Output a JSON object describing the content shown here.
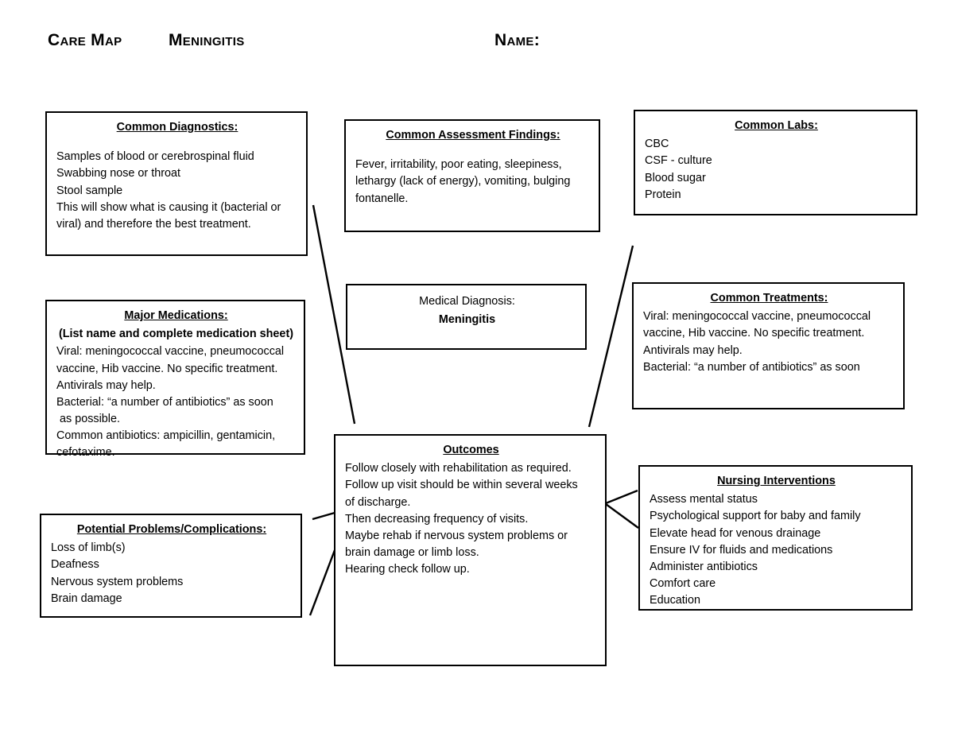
{
  "header": {
    "care_map_label": "Care Map",
    "topic": "Meningitis",
    "name_label": "Name:"
  },
  "boxes": {
    "diagnostics": {
      "title": "Common Diagnostics:",
      "lines": [
        "Samples of blood or cerebrospinal fluid",
        "Swabbing nose or throat",
        "Stool sample",
        "This will show what is causing it (bacterial or",
        "viral) and therefore the best treatment."
      ]
    },
    "assessment": {
      "title": "Common Assessment Findings:",
      "lines": [
        "Fever, irritability, poor eating, sleepiness,",
        "lethargy (lack of energy), vomiting, bulging",
        "fontanelle."
      ]
    },
    "labs": {
      "title": "Common Labs:",
      "lines": [
        "CBC",
        "CSF - culture",
        "Blood sugar",
        "Protein"
      ]
    },
    "medications": {
      "title": "Major Medications: ",
      "subtitle": "(List name and complete medication sheet)",
      "lines": [
        "Viral: meningococcal vaccine, pneumococcal",
        "vaccine, Hib vaccine. No specific treatment.",
        "Antivirals may help.",
        "Bacterial: “a number of antibiotics” as soon",
        " as possible.",
        "Common antibiotics: ampicillin, gentamicin,",
        "cefotaxime."
      ]
    },
    "diagnosis": {
      "title": "Medical Diagnosis:",
      "value": "Meningitis"
    },
    "treatments": {
      "title": "Common Treatments:",
      "lines": [
        "Viral: meningococcal vaccine, pneumococcal",
        "vaccine, Hib vaccine. No specific treatment.",
        "Antivirals may help.",
        "Bacterial: “a number of antibiotics” as soon"
      ]
    },
    "outcomes": {
      "title": "Outcomes ",
      "lines": [
        "Follow closely with rehabilitation as required.",
        "Follow up visit should be within several weeks",
        "of discharge.",
        "Then decreasing frequency of visits.",
        "Maybe rehab if nervous system problems or",
        "brain damage or limb loss.",
        "Hearing check follow up."
      ]
    },
    "problems": {
      "title": "Potential Problems/Complications:",
      "lines": [
        "Loss of limb(s)",
        "Deafness",
        "Nervous system problems",
        "Brain damage"
      ]
    },
    "nursing": {
      "title": " Nursing Interventions ",
      "lines": [
        "Assess mental status",
        "Psychological support for baby and family",
        "Elevate head for venous drainage",
        "Ensure IV for fluids and medications",
        "Administer antibiotics",
        "Comfort care",
        "Education"
      ]
    }
  },
  "colors": {
    "border": "#000000",
    "background": "#ffffff",
    "text": "#000000"
  }
}
